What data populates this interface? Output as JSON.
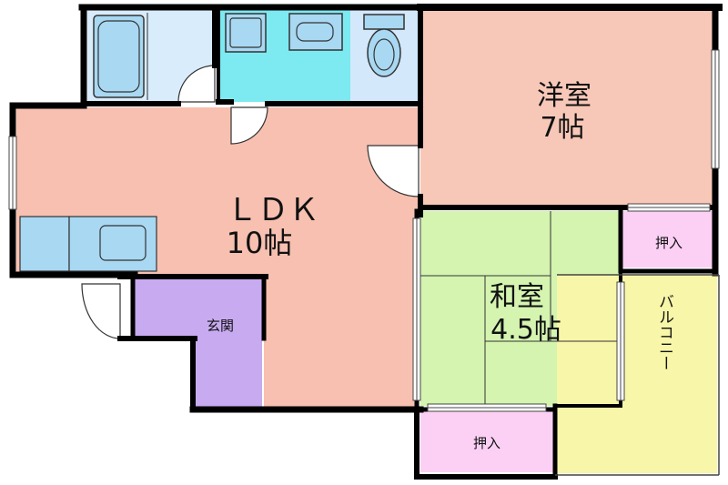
{
  "rooms": {
    "western": {
      "name": "洋室",
      "size": "7帖"
    },
    "ldk": {
      "name": "ＬＤＫ",
      "size": "10帖"
    },
    "japanese": {
      "name": "和室",
      "size": "4.5帖"
    },
    "entrance": {
      "name": "玄関"
    },
    "closet_upper": {
      "name": "押入"
    },
    "closet_lower": {
      "name": "押入"
    },
    "balcony": {
      "name": "バルコニー"
    }
  },
  "colors": {
    "western": "#f7c8b8",
    "ldk": "#f7c0b0",
    "japanese": "#d4f4b0",
    "entrance": "#c7aaf0",
    "closet": "#fbd0f4",
    "balcony": "#f8f6a8",
    "bath": "#d8ecfb",
    "washroom": "#7deaf2",
    "toilet": "#d4e8fb",
    "fixture": "#a8d8f2",
    "wall": "#000000"
  },
  "fixtures": [
    "bathtub-icon",
    "washbasin-icon",
    "toilet-icon",
    "sink-icon",
    "stove-counter-icon"
  ]
}
